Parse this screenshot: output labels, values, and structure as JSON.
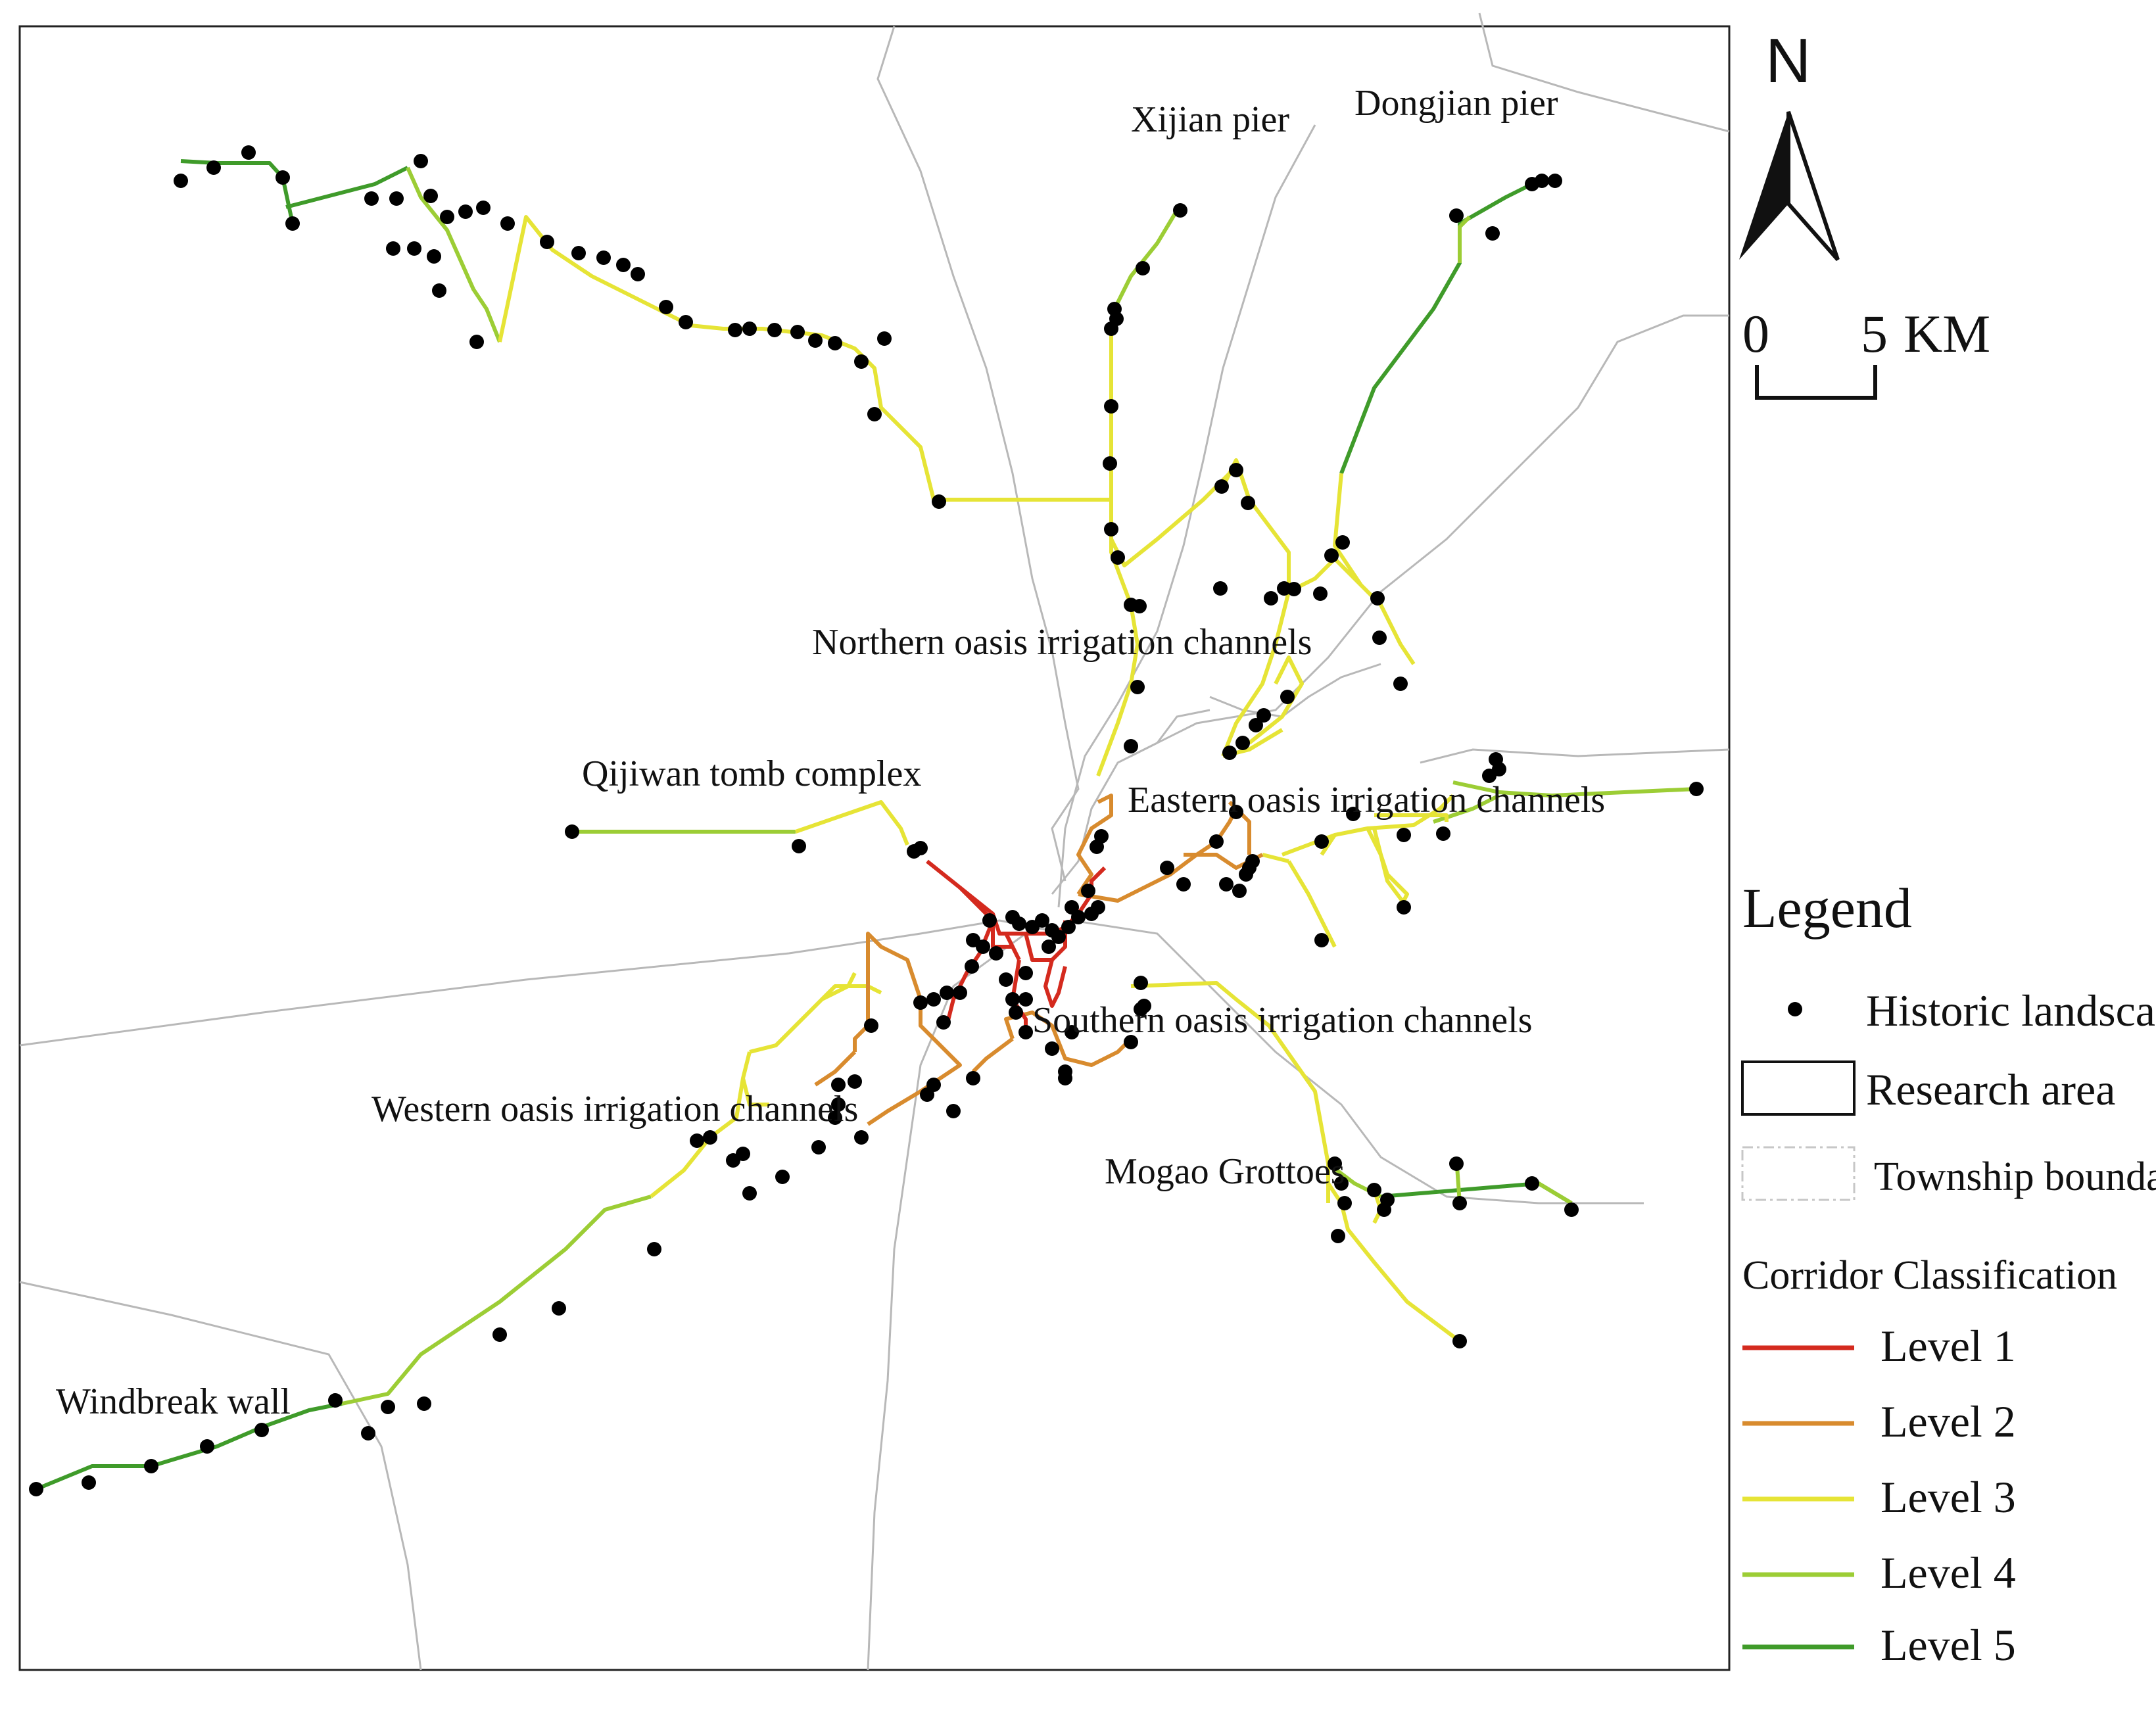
{
  "north_label": "N",
  "scale": {
    "start": "0",
    "end": "5",
    "unit": "KM"
  },
  "labels": {
    "xijian": "Xijian pier",
    "dongjian": "Dongjian pier",
    "northern": "Northern oasis irrigation channels",
    "qijiwan": "Qijiwan tomb complex",
    "eastern": "Eastern oasis irrigation channels",
    "southern": "Southern oasis irrigation channels",
    "western": "Western oasis irrigation channels",
    "mogao": "Mogao Grottoes",
    "windbreak": "Windbreak wall"
  },
  "legend": {
    "title": "Legend",
    "historic": "Historic landscape",
    "research": "Research area",
    "township": "Township boundaries",
    "corridor_title": "Corridor Classification",
    "levels": [
      "Level 1",
      "Level 2",
      "Level 3",
      "Level 4",
      "Level 5"
    ]
  },
  "colors": {
    "level1": "#d42a1e",
    "level2": "#d88b2e",
    "level3": "#e6e436",
    "level4": "#9ccd35",
    "level5": "#3f9b2a",
    "boundary": "#b8b8b8",
    "point": "#000000"
  }
}
